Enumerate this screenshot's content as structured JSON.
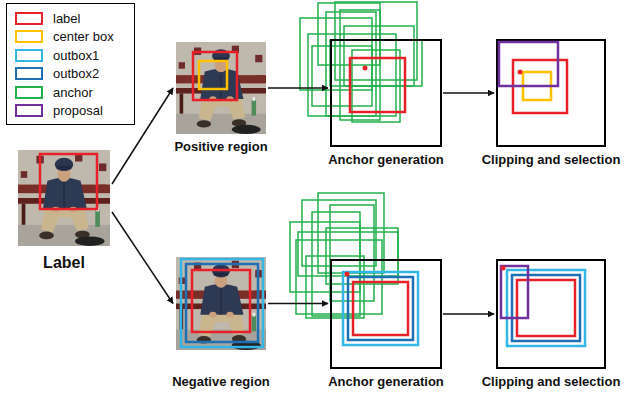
{
  "diagram": {
    "nodes": [
      {
        "text": [
          "Label"
        ]
      },
      {
        "text": [
          "Positive region"
        ]
      },
      {
        "text": [
          "Anchor generation"
        ]
      },
      {
        "text": [
          "Clipping and selection"
        ]
      },
      {
        "text": [
          "Negative region"
        ]
      },
      {
        "text": [
          "Anchor generation"
        ]
      },
      {
        "text": [
          "Clipping and selection"
        ]
      }
    ],
    "edges": [
      {
        "from": 0,
        "to": 1,
        "arrow": "to"
      },
      {
        "from": 0,
        "to": 4,
        "arrow": "to"
      },
      {
        "from": 1,
        "to": 2,
        "arrow": "to"
      },
      {
        "from": 2,
        "to": 3,
        "arrow": "to"
      },
      {
        "from": 4,
        "to": 5,
        "arrow": "to"
      },
      {
        "from": 5,
        "to": 6,
        "arrow": "to"
      }
    ],
    "legend": [
      {
        "text": "label",
        "color": "#e8202a"
      },
      {
        "text": "center box",
        "color": "#ffc000"
      },
      {
        "text": "outbox1",
        "color": "#33b5e5"
      },
      {
        "text": "outbox2",
        "color": "#1f6fb5"
      },
      {
        "text": "anchor",
        "color": "#22b14c"
      },
      {
        "text": "proposal",
        "color": "#7030a0"
      }
    ]
  }
}
